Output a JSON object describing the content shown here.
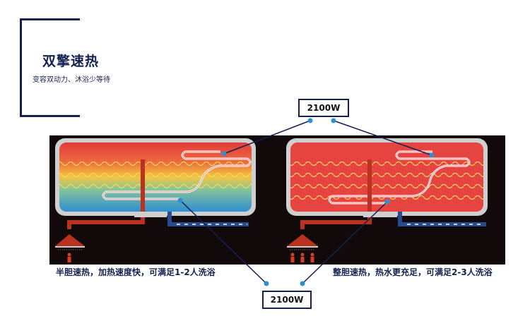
{
  "header": {
    "title": "双擎速热",
    "subtitle": "变容双动力、沐浴少等待"
  },
  "labels": {
    "power_top": "2100W",
    "power_bottom": "2100W"
  },
  "captions": {
    "left": "半胆速热，加热速度快，可满足1-2人洗浴",
    "right": "整胆速热，热水更充足，可满足2-3人洗浴"
  },
  "colors": {
    "navy": "#14214f",
    "hot_red": "#e23b3b",
    "cold_blue": "#2f8fd1",
    "pipe_red": "#b8321f",
    "pipe_blue": "#2a4a8e"
  }
}
